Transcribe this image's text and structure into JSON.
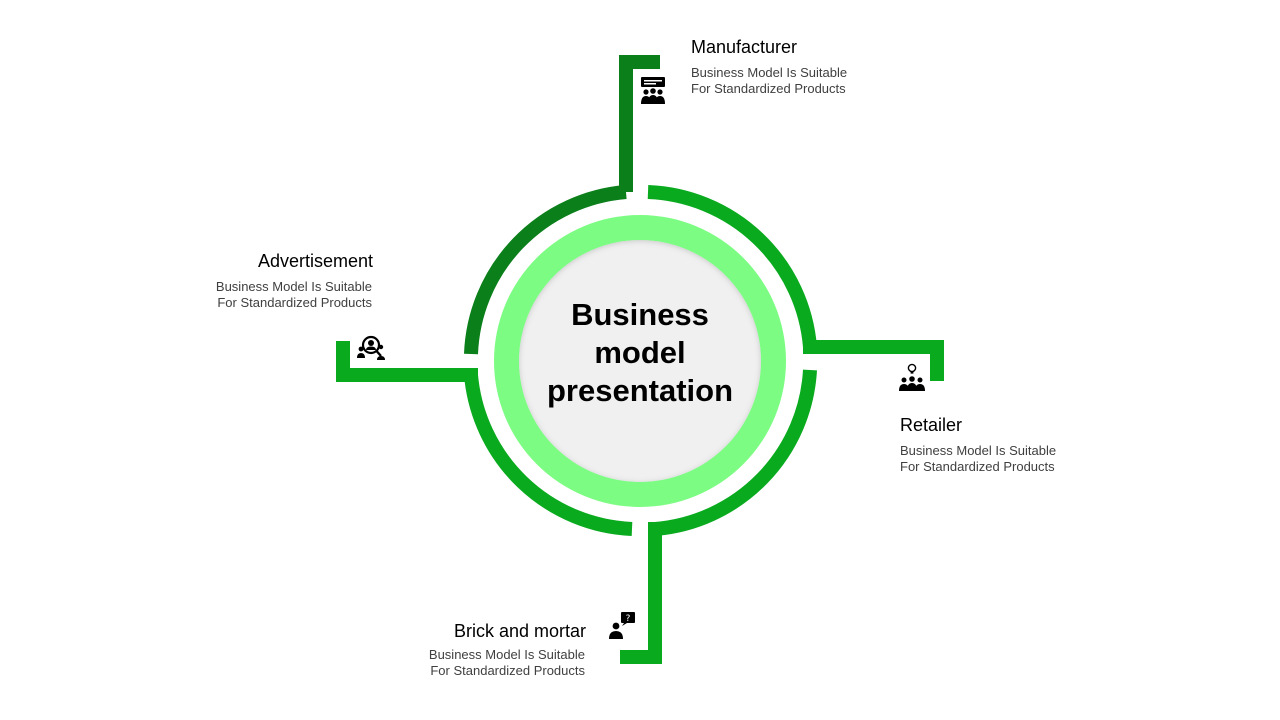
{
  "center": {
    "line1": "Business",
    "line2": "model",
    "line3": "presentation"
  },
  "items": [
    {
      "title": "Manufacturer",
      "desc_line1": "Business Model Is Suitable",
      "desc_line2": "For Standardized Products",
      "icon": "presentation-group-icon"
    },
    {
      "title": "Retailer",
      "desc_line1": "Business Model Is Suitable",
      "desc_line2": "For Standardized Products",
      "icon": "idea-team-icon"
    },
    {
      "title": "Brick and mortar",
      "desc_line1": "Business Model Is Suitable",
      "desc_line2": "For Standardized Products",
      "icon": "question-person-icon"
    },
    {
      "title": "Advertisement",
      "desc_line1": "Business Model Is Suitable",
      "desc_line2": "For Standardized Products",
      "icon": "search-people-icon"
    }
  ],
  "colors": {
    "dark_green": "#0a7f1a",
    "mid_green": "#0aaa1f",
    "light_green": "#7dfc83",
    "center_fill": "#f0f0f0"
  }
}
